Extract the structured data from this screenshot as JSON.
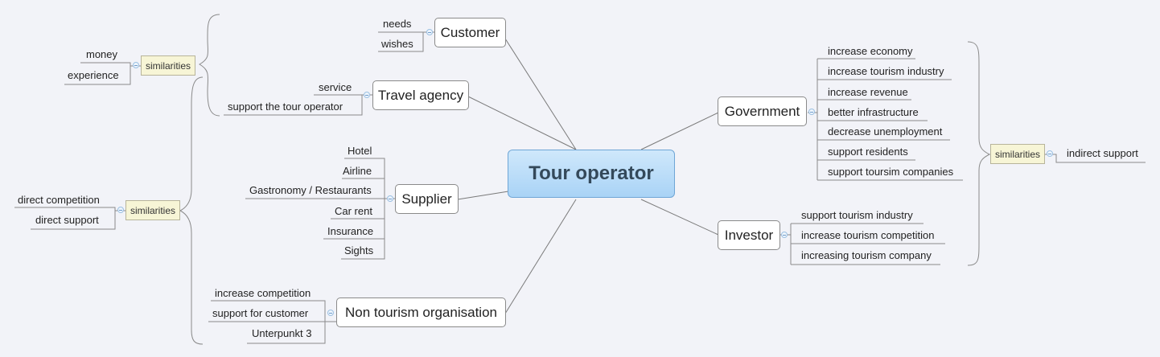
{
  "central_topic": "Tour operator",
  "topics": {
    "customer": {
      "label": "Customer",
      "subtopics": [
        "needs",
        "wishes"
      ]
    },
    "travel_agency": {
      "label": "Travel agency",
      "subtopics": [
        "service",
        "support the tour operator"
      ]
    },
    "supplier": {
      "label": "Supplier",
      "subtopics": [
        "Hotel",
        "Airline",
        "Gastronomy / Restaurants",
        "Car rent",
        "Insurance",
        "Sights"
      ]
    },
    "non_tourism": {
      "label": "Non tourism organisation",
      "subtopics": [
        "increase competition",
        "support for customer",
        "Unterpunkt 3"
      ]
    },
    "government": {
      "label": "Government",
      "subtopics": [
        "increase economy",
        "increase tourism industry",
        "increase revenue",
        "better infrastructure",
        "decrease unemployment",
        "support residents",
        "support toursim companies"
      ]
    },
    "investor": {
      "label": "Investor",
      "subtopics": [
        "support tourism industry",
        "increase tourism competition",
        "increasing tourism company"
      ]
    }
  },
  "summaries": {
    "top_left": {
      "label": "similarities",
      "items": [
        "money",
        "experience"
      ]
    },
    "mid_left": {
      "label": "similarities",
      "items": [
        "direct competition",
        "direct support"
      ]
    },
    "right": {
      "label": "similarities",
      "items": [
        "indirect support"
      ]
    }
  },
  "colors": {
    "background": "#f2f3f8",
    "central_fill": "#a9d3f6",
    "topic_border": "#8a8a8a",
    "line": "#777777",
    "summary_fill": "#f7f5d6"
  }
}
